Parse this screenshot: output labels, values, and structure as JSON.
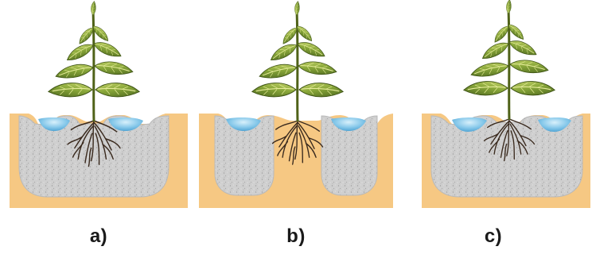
{
  "panels": [
    {
      "id": "a",
      "label": "a)"
    },
    {
      "id": "b",
      "label": "b)"
    },
    {
      "id": "c",
      "label": "c)"
    }
  ],
  "colors": {
    "soil": "#f6c883",
    "soil_edge": "#e8b46a",
    "amended_soil": "#c9c9c9",
    "water": "#7cc3e6",
    "water_highlight": "#bfe5f7",
    "leaf": "#6e8f2a",
    "leaf_light": "#c9d96a",
    "stem": "#5b6b1f",
    "root": "#3a2a1e"
  }
}
